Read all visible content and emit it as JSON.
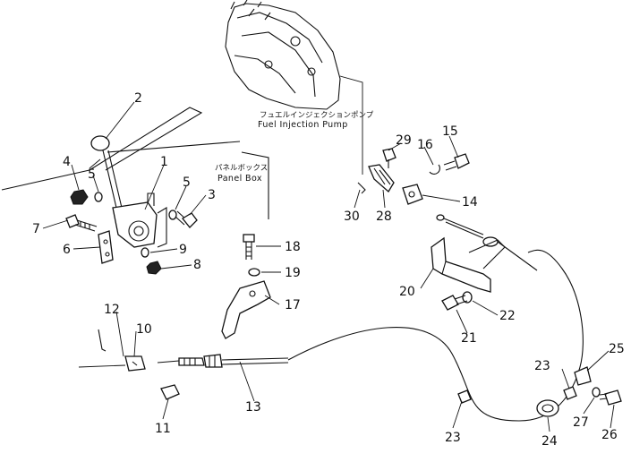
{
  "labels": {
    "pump_jp": "フュエルインジェクションポンプ",
    "pump_en": "Fuel Injection Pump",
    "panel_jp": "パネルボックス",
    "panel_en": "Panel Box"
  },
  "callouts": [
    {
      "id": "c1",
      "text": "1"
    },
    {
      "id": "c2",
      "text": "2"
    },
    {
      "id": "c3",
      "text": "3"
    },
    {
      "id": "c4",
      "text": "4"
    },
    {
      "id": "c5a",
      "text": "5"
    },
    {
      "id": "c5b",
      "text": "5"
    },
    {
      "id": "c6",
      "text": "6"
    },
    {
      "id": "c7",
      "text": "7"
    },
    {
      "id": "c8",
      "text": "8"
    },
    {
      "id": "c9",
      "text": "9"
    },
    {
      "id": "c10",
      "text": "10"
    },
    {
      "id": "c11",
      "text": "11"
    },
    {
      "id": "c12",
      "text": "12"
    },
    {
      "id": "c13",
      "text": "13"
    },
    {
      "id": "c14",
      "text": "14"
    },
    {
      "id": "c15",
      "text": "15"
    },
    {
      "id": "c16",
      "text": "16"
    },
    {
      "id": "c17",
      "text": "17"
    },
    {
      "id": "c18",
      "text": "18"
    },
    {
      "id": "c19",
      "text": "19"
    },
    {
      "id": "c20",
      "text": "20"
    },
    {
      "id": "c21",
      "text": "21"
    },
    {
      "id": "c22",
      "text": "22"
    },
    {
      "id": "c23a",
      "text": "23"
    },
    {
      "id": "c23b",
      "text": "23"
    },
    {
      "id": "c24",
      "text": "24"
    },
    {
      "id": "c25",
      "text": "25"
    },
    {
      "id": "c26",
      "text": "26"
    },
    {
      "id": "c27",
      "text": "27"
    },
    {
      "id": "c28",
      "text": "28"
    },
    {
      "id": "c29",
      "text": "29"
    },
    {
      "id": "c30",
      "text": "30"
    }
  ]
}
